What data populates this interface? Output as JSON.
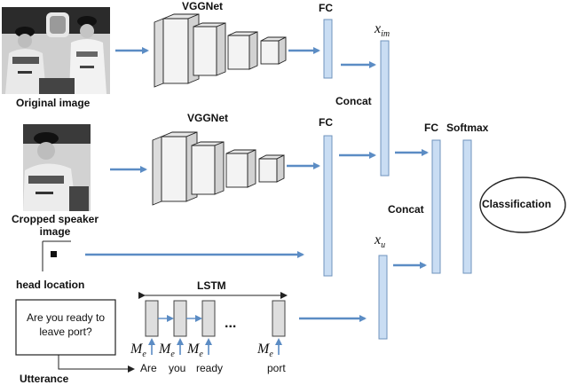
{
  "labels": {
    "vggnet_top": "VGGNet",
    "vggnet_mid": "VGGNet",
    "fc_top": "FC",
    "fc_mid": "FC",
    "fc_right": "FC",
    "softmax": "Softmax",
    "concat_top": "Concat",
    "concat_bottom": "Concat",
    "classification": "Classification",
    "original_image": "Original image",
    "cropped_line1": "Cropped speaker",
    "cropped_line2": "image",
    "head_location": "head location",
    "lstm": "LSTM",
    "utterance_line1": "Are you ready to",
    "utterance_line2": "leave port?",
    "utterance": "Utterance",
    "ellipsis": "...",
    "x_im": "x",
    "x_im_sub": "im",
    "x_u": "x",
    "x_u_sub": "u",
    "me": "M",
    "me_sub": "e",
    "words": [
      "Are",
      "you",
      "ready",
      "port"
    ]
  },
  "colors": {
    "arrow": "#5b8cc4",
    "bar_fill": "#c9ddf3",
    "bar_stroke": "#6f93bd",
    "cube_front": "#f3f3f3",
    "cube_side": "#dcdcdc",
    "line": "#222222"
  }
}
